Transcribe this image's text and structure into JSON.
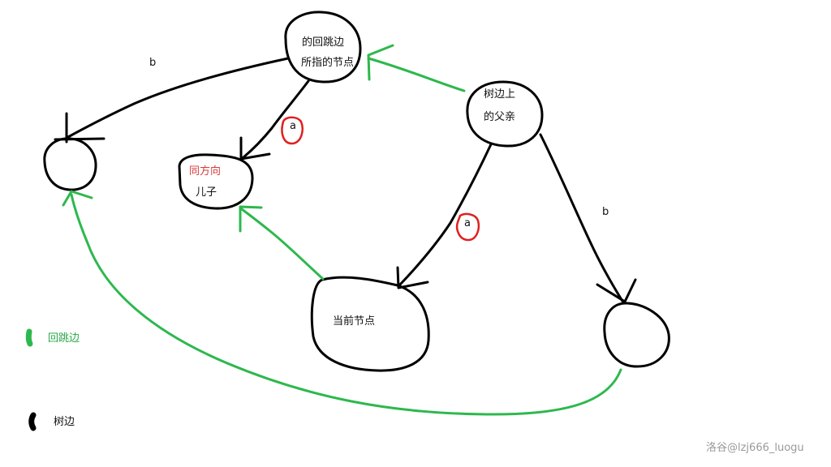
{
  "nodes": {
    "top": {
      "line1": "的回跳边",
      "line2": "所指的节点"
    },
    "parent": {
      "line1": "树边上",
      "line2": "的父亲"
    },
    "son": {
      "line1": "同方向",
      "line2": "儿子"
    },
    "current": {
      "label": "当前节点"
    },
    "left": {
      "label": ""
    },
    "right": {
      "label": ""
    }
  },
  "edge_labels": {
    "b_top": "b",
    "a_top": "a",
    "a_mid": "a",
    "b_right": "b"
  },
  "legend": {
    "back_edge": "回跳边",
    "tree_edge": "树边"
  },
  "colors": {
    "tree_edge": "#000000",
    "back_edge": "#2db84d",
    "highlight": "#e02020",
    "son_label": "#d83a3a"
  },
  "watermark": "洛谷@lzj666_luogu"
}
